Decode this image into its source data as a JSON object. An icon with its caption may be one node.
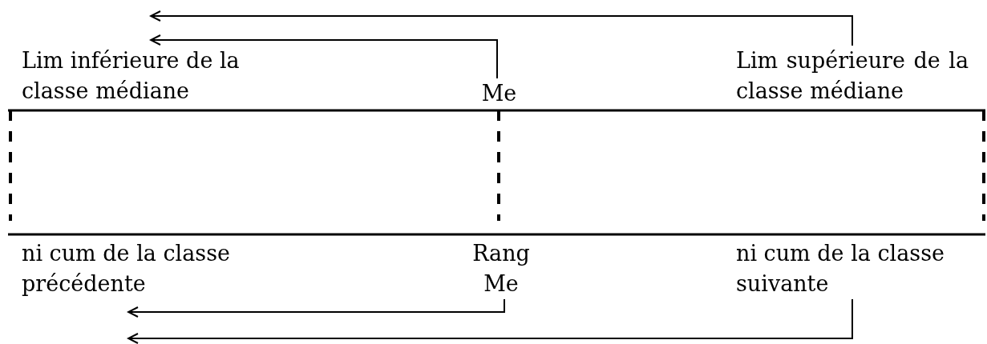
{
  "diagram": {
    "nodes": [
      {
        "text": [
          "Lim inférieure de la classe médiane"
        ]
      },
      {
        "text": [
          "Me"
        ]
      },
      {
        "text": [
          "Lim supérieure de la classe médiane"
        ]
      },
      {
        "text": [
          "ni cum de la classe précédente"
        ]
      },
      {
        "text": [
          "Rang Me"
        ]
      },
      {
        "text": [
          "ni cum de la classe suivante"
        ]
      }
    ],
    "edges": [
      {
        "from": 2,
        "to": 0,
        "arrow": "to"
      },
      {
        "from": 1,
        "to": 0,
        "arrow": "to"
      },
      {
        "from": 4,
        "to": 3,
        "arrow": "to"
      },
      {
        "from": 5,
        "to": 3,
        "arrow": "to"
      }
    ]
  }
}
